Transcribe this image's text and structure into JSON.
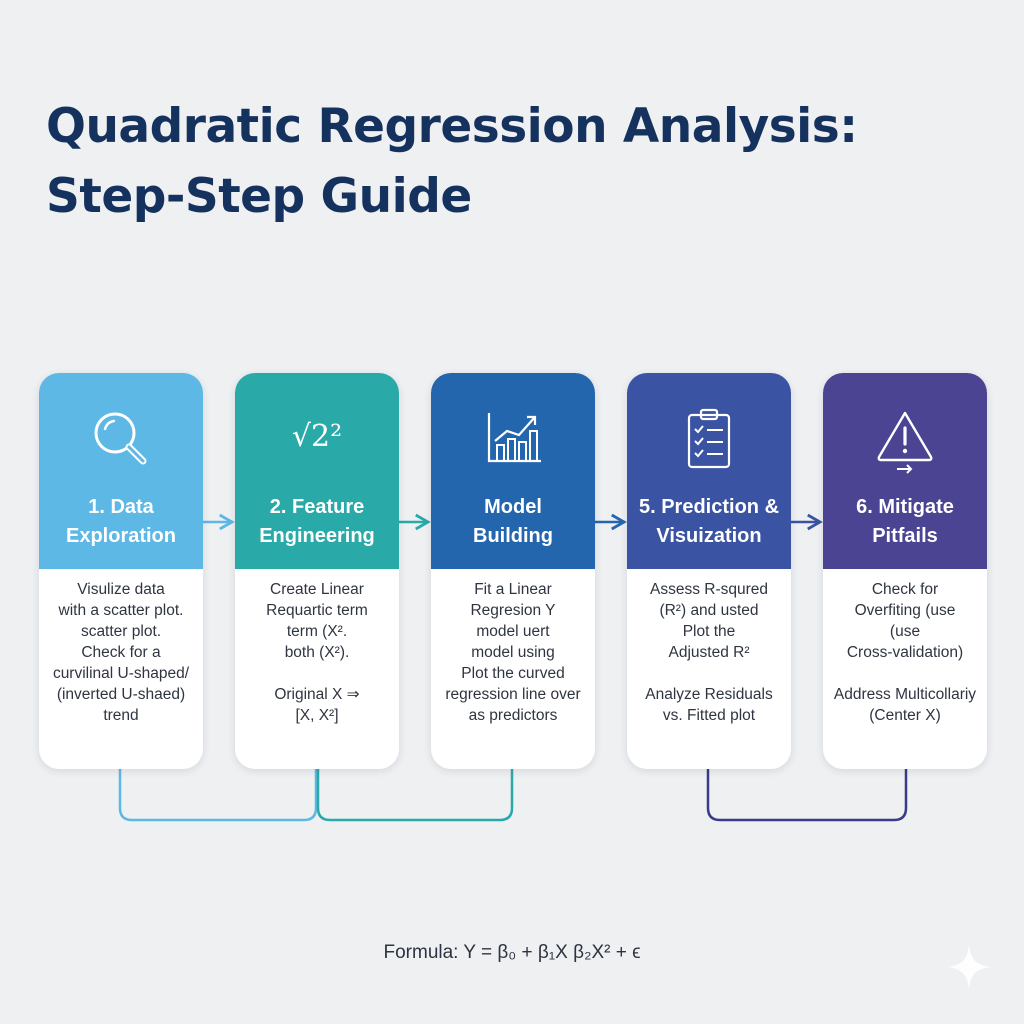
{
  "title_line1": "Quadratic Regression Analysis:",
  "title_line2": "Step-Step Guide",
  "cards": [
    {
      "icon": "magnifier-icon",
      "color": "#5db8e6",
      "title": [
        "1. Data",
        "Exploration"
      ],
      "body": [
        [
          "Visulize data",
          "with a scatter plot.",
          "scatter plot.",
          "Check for a",
          "curvilinal U-shaped/",
          "(inverted U-shaed)",
          "trend"
        ]
      ]
    },
    {
      "icon": "square-root-icon",
      "icon_text": "√2²",
      "color": "#2aa9a9",
      "title": [
        "2. Feature",
        "Engineering"
      ],
      "body": [
        [
          "Create Linear",
          "Requartic term",
          "term (X².",
          "both (X²)."
        ],
        [
          "Original X ⇒",
          "[X, X²]"
        ]
      ]
    },
    {
      "icon": "bar-chart-trend-icon",
      "color": "#2466ad",
      "title": [
        "Model",
        "Building"
      ],
      "body": [
        [
          "Fit a Linear",
          "Regresion Y",
          "model uert",
          "model using",
          "Plot the curved",
          "regression line over",
          "as predictors"
        ]
      ]
    },
    {
      "icon": "clipboard-checklist-icon",
      "color": "#3a53a2",
      "title": [
        "5. Prediction &",
        "Visuization"
      ],
      "body": [
        [
          "Assess R-squred",
          "(R²) and usted",
          "Plot the",
          "Adjusted R²"
        ],
        [
          "Analyze Residuals",
          "vs. Fitted plot"
        ]
      ]
    },
    {
      "icon": "warning-triangle-icon",
      "color": "#4b4492",
      "title": [
        "6. Mitigate",
        "Pitfails"
      ],
      "body": [
        [
          "Check for",
          "Overfiting (use",
          "(use",
          "Cross-validation)"
        ],
        [
          "Address Multicollariy",
          "(Center X)"
        ]
      ]
    }
  ],
  "formula": "Formula: Y = β₀ + β₁X  β₂X² + ϵ",
  "colors": {
    "title": "#15325f",
    "arrow_1": "#5db8e6",
    "arrow_2": "#2aa9a9",
    "arrow_3": "#2466ad",
    "arrow_4": "#3a53a2",
    "loop_left": "#5db8e6",
    "loop_middle": "#2aa9a9",
    "loop_right": "#3a3a8a"
  },
  "decor_icon": "sparkle-icon"
}
